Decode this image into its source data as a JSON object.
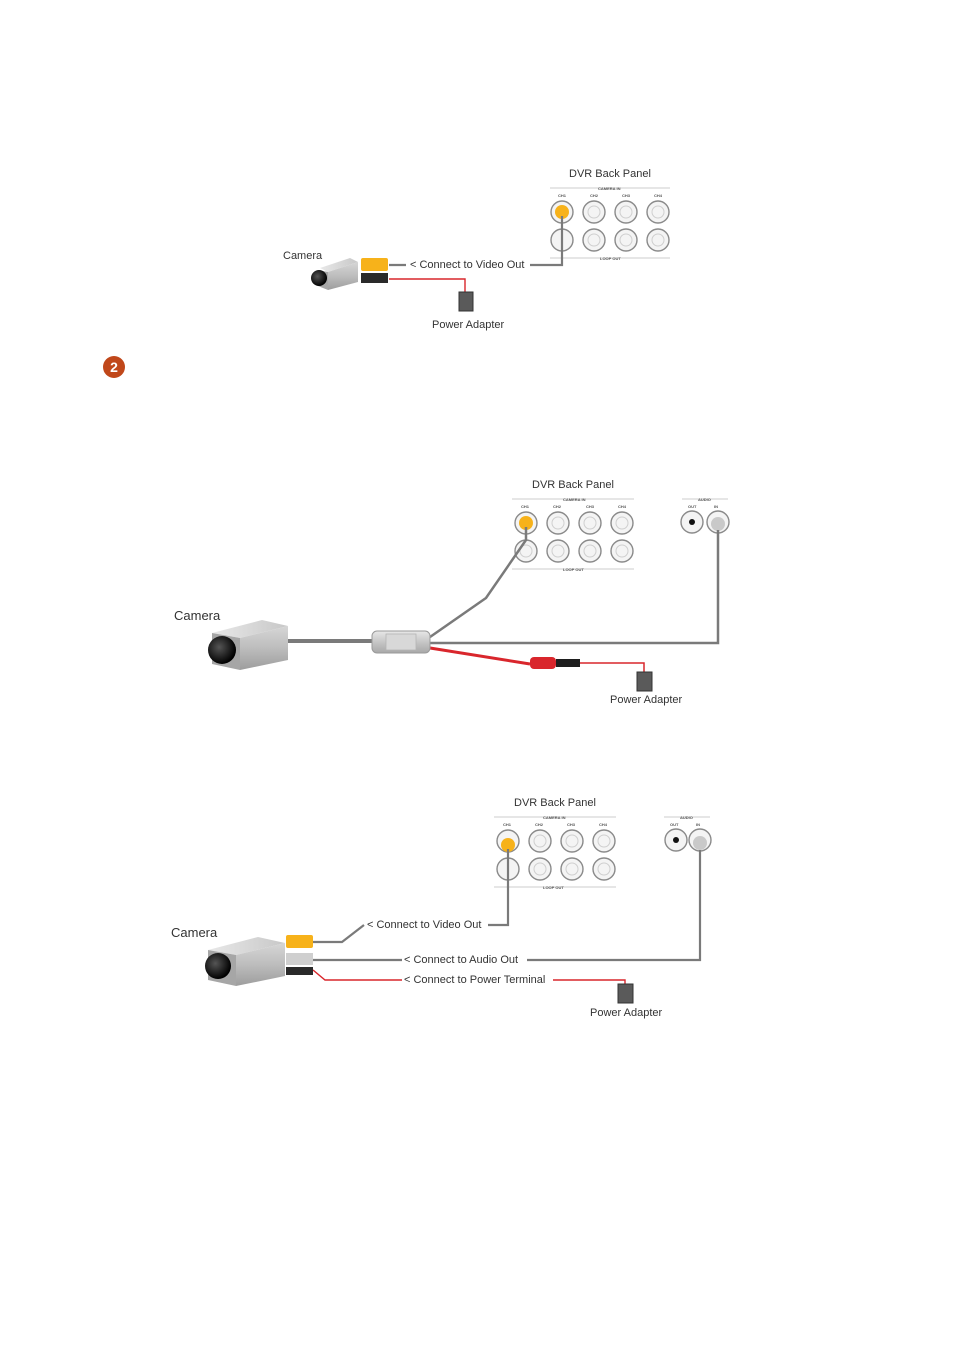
{
  "step_badge": "2",
  "diagrams": [
    {
      "panel_title": "DVR Back Panel",
      "camera_in_label": "CAMERA IN",
      "loop_out_label": "LOOP OUT",
      "channels": [
        "CH1",
        "CH2",
        "CH3",
        "CH4"
      ],
      "camera_label": "Camera",
      "video_label": "< Connect to Video Out",
      "power_label": "Power Adapter"
    },
    {
      "panel_title": "DVR Back Panel",
      "camera_in_label": "CAMERA IN",
      "loop_out_label": "LOOP OUT",
      "channels": [
        "CH1",
        "CH2",
        "CH3",
        "CH4"
      ],
      "audio_label": "AUDIO",
      "audio_out": "OUT",
      "audio_in": "IN",
      "camera_label": "Camera",
      "power_label": "Power Adapter"
    },
    {
      "panel_title": "DVR Back Panel",
      "camera_in_label": "CAMERA IN",
      "loop_out_label": "LOOP OUT",
      "channels": [
        "CH1",
        "CH2",
        "CH3",
        "CH4"
      ],
      "audio_label": "AUDIO",
      "audio_out": "OUT",
      "audio_in": "IN",
      "camera_label": "Camera",
      "video_label": "< Connect to Video Out",
      "audio_conn_label": "< Connect to Audio Out",
      "power_conn_label": "< Connect to Power Terminal",
      "power_label": "Power Adapter"
    }
  ],
  "colors": {
    "yellow": "#f7b21a",
    "red_wire": "#d9262c",
    "gray_wire": "#7a7a7a",
    "badge": "#c0471a"
  }
}
